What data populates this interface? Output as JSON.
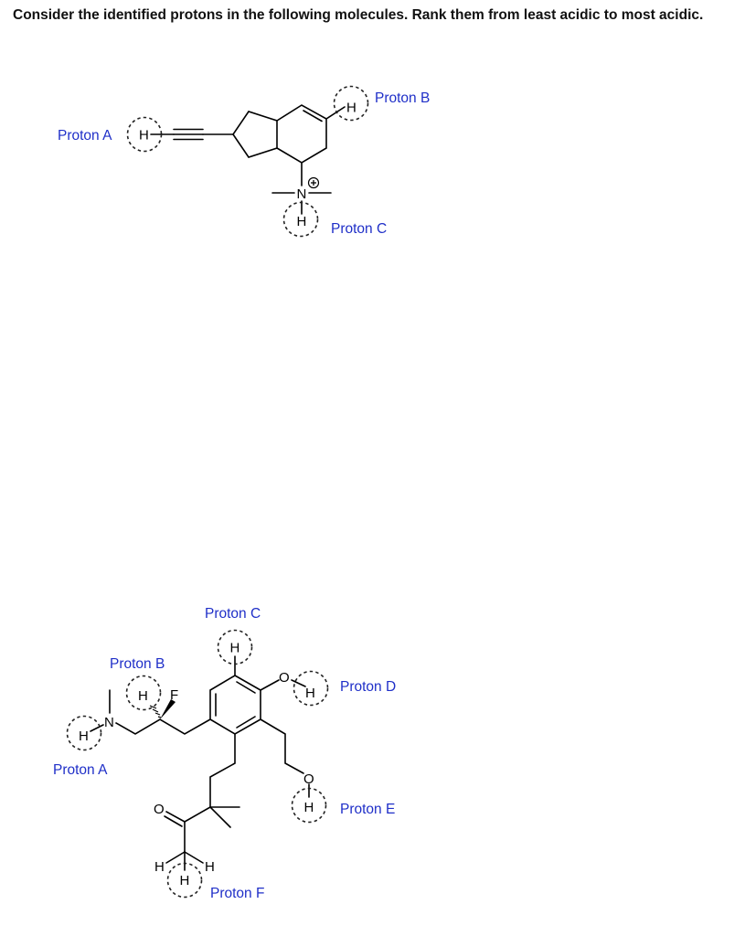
{
  "question": {
    "text": "Consider the identified protons in the following molecules. Rank them from least acidic to most acidic."
  },
  "molecule_1": {
    "labels": {
      "proton_a": "Proton A",
      "proton_b": "Proton B",
      "proton_c": "Proton C"
    },
    "atoms": {
      "h_a": "H",
      "h_b": "H",
      "h_c": "H",
      "n": "N",
      "charge": "+"
    }
  },
  "molecule_2": {
    "labels": {
      "proton_a": "Proton A",
      "proton_b": "Proton B",
      "proton_c": "Proton C",
      "proton_d": "Proton D",
      "proton_e": "Proton E",
      "proton_f": "Proton F"
    },
    "atoms": {
      "h_a": "H",
      "n": "N",
      "h_b": "H",
      "f": "F",
      "h_c": "H",
      "o_phenol": "O",
      "h_d": "H",
      "o_alcohol": "O",
      "h_e": "H",
      "o_ketone": "O",
      "h_methyl_left": "H",
      "h_methyl_right": "H",
      "h_f": "H"
    }
  },
  "colors": {
    "label_blue": "#1f2fc8",
    "bond_black": "#000000",
    "text_black": "#111111"
  }
}
